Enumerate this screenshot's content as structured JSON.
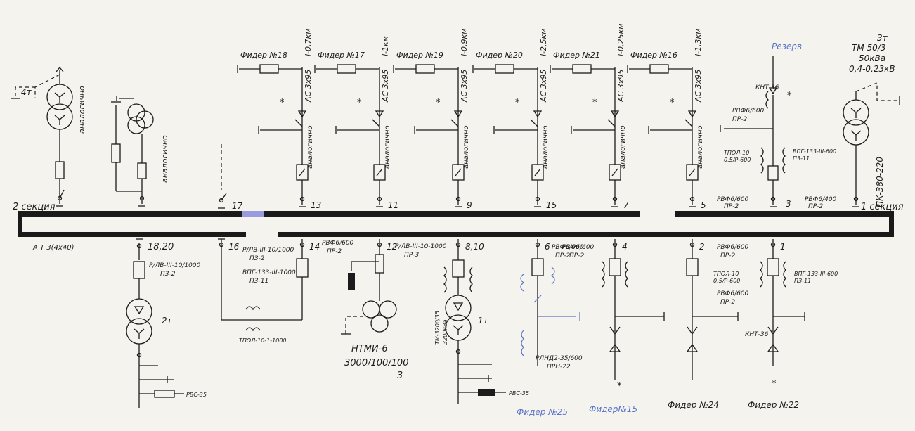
{
  "labels": {
    "section2": "2 секция",
    "section1": "1 секция",
    "at3": "А Т 3(4х40)",
    "tr4": "4т",
    "tr3": "3т",
    "tm50": "ТМ 50/3",
    "kva50": "50кВа",
    "kv04": "0,4-0,23кВ",
    "tr2": "2т",
    "tr1": "1т",
    "ntmi": "НТМИ-6",
    "ntmi_ratio": "3000/100/100",
    "ntmi_3": "3",
    "analog": "аналогично",
    "pk": "ПК-380-220",
    "rvs": "РВС-35",
    "knt": "КНТ-36",
    "rezerv": "Резерв"
  },
  "feeders_top": [
    {
      "name": "Фидер №18",
      "cable": "АС 3х95",
      "len": "l-0,7км",
      "hand": false
    },
    {
      "name": "Фидер №17",
      "cable": "АС 3х95",
      "len": "l-1км",
      "hand": false
    },
    {
      "name": "Фидер №19",
      "cable": "АС 3х95",
      "len": "l-0,9км",
      "hand": true
    },
    {
      "name": "Фидер №20",
      "cable": "АС 3х95",
      "len": "l-2,5км",
      "hand": true
    },
    {
      "name": "Фидер №21",
      "cable": "АС 3х95",
      "len": "l-0,25км",
      "hand": true
    },
    {
      "name": "Фидер №16",
      "cable": "АС 3х95",
      "len": "l-1,3км",
      "hand": false
    }
  ],
  "feeders_bottom": [
    "Фидер №25",
    "Фидер№15",
    "Фидер №24",
    "Фидер №22"
  ],
  "cells_top": [
    "17",
    "13",
    "11",
    "9",
    "15",
    "7",
    "5",
    "3"
  ],
  "cells_bottom": [
    "18,20",
    "16",
    "14",
    "12",
    "8,10",
    "6",
    "4",
    "2",
    "1"
  ],
  "devices": {
    "rlv1": "Р/ЛВ-III-10/1000",
    "pz2": "ПЗ-2",
    "rlv2": "Р/ЛВ-III-10/1000",
    "rvf600a": "РВФ6/600",
    "pr2": "ПР-2",
    "rlv3": "Р/ЛВ-III-10-1000",
    "pr3": "ПР-3",
    "vpg1": "ВПГ-133-III-1000",
    "pz11": "ПЗ-11",
    "tpol1000": "ТПОЛ-10-1-1000",
    "rvf1600": "РВФ6/600",
    "rvf1600b": "РВФ6/600",
    "rvf400": "РВФ6/400",
    "tpol10": "ТПОЛ-10",
    "tpol_ratio": "0,5/Р-600",
    "vpg600": "ВПГ-133-III-600",
    "tm2500": "ТМ-3200/35",
    "tm2500b": "3200кВа",
    "rlnd": "РЛНД2-35/600",
    "prn22": "ПРН-22",
    "knt36": "КНТ-36"
  },
  "colors": {
    "ink": "#1c1c1c",
    "paper": "#f4f3ee",
    "handwriting": "#5a74c8",
    "busbar": "#1a1a1a",
    "coupler": "#9a9ae0"
  }
}
